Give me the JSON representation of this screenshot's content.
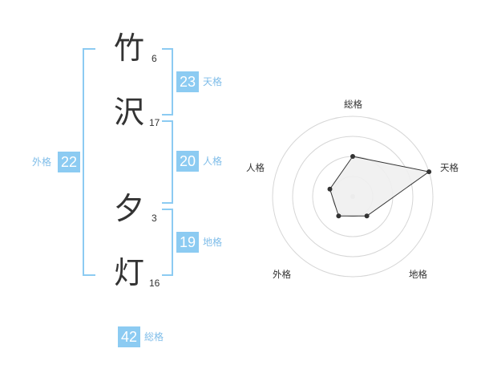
{
  "colors": {
    "accent": "#8ccbf2",
    "badge_text": "#ffffff",
    "label_text": "#7fbde9",
    "kanji_text": "#333333",
    "grid": "#d6d6d6",
    "polygon_fill": "#f0f0f0",
    "polygon_stroke": "#333333",
    "point": "#333333"
  },
  "name": {
    "chars": [
      {
        "char": "竹",
        "strokes": "6"
      },
      {
        "char": "沢",
        "strokes": "17"
      },
      {
        "char": "夕",
        "strokes": "3"
      },
      {
        "char": "灯",
        "strokes": "16"
      }
    ]
  },
  "kaku": {
    "tenkaku": {
      "value": "23",
      "label": "天格"
    },
    "jinkaku": {
      "value": "20",
      "label": "人格"
    },
    "chikaku": {
      "value": "19",
      "label": "地格"
    },
    "gaikaku": {
      "value": "22",
      "label": "外格"
    },
    "soukaku": {
      "value": "42",
      "label": "総格"
    }
  },
  "chart_data": {
    "type": "radar",
    "axes": [
      "総格",
      "天格",
      "地格",
      "外格",
      "人格"
    ],
    "values": [
      0.5,
      1.0,
      0.3,
      0.3,
      0.3
    ],
    "range": [
      0,
      1
    ],
    "rings": 4,
    "grid": true
  }
}
